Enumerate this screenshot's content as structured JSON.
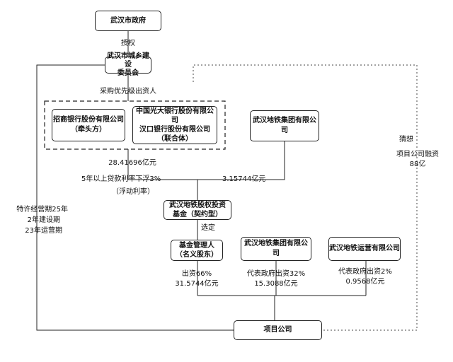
{
  "nodes": {
    "gov": "武汉市政府",
    "committee": [
      "武汉市城乡建设",
      "委员会"
    ],
    "cmb": [
      "招商银行股份有限公司",
      "（牵头方）"
    ],
    "consortium": [
      "中国光大银行股份有限公司",
      "汉口银行股份有限公司",
      "（联合体）"
    ],
    "metro_group_top": "武汉地铁集团有限公司",
    "fund": [
      "武汉地铁股权投资",
      "基金（契约型）"
    ],
    "fund_manager": [
      "基金管理人",
      "（名义股东）"
    ],
    "metro_group_bottom": "武汉地铁集团有限公司",
    "metro_ops": "武汉地铁运营有限公司",
    "project_co": "项目公司"
  },
  "labels": {
    "authorize": "授权",
    "purchase": "采购优先级出资人",
    "bank_amount": "28.41696亿元",
    "rate_line1": "5年以上贷款利率下浮3%",
    "rate_line2": "（浮动利率）",
    "group_amount": "3.15744亿元",
    "select": "选定",
    "mgr_pct": "出资66%",
    "mgr_amt": "31.5744亿元",
    "grp_pct": "代表政府出资32%",
    "grp_amt": "15.3088亿元",
    "ops_pct": "代表政府出资2%",
    "ops_amt": "0.9568亿元",
    "concession": [
      "特许经营期25年",
      "2年建设期",
      "23年运营期"
    ],
    "guess": "猜想",
    "financing": [
      "项目公司融资",
      "88亿"
    ]
  }
}
